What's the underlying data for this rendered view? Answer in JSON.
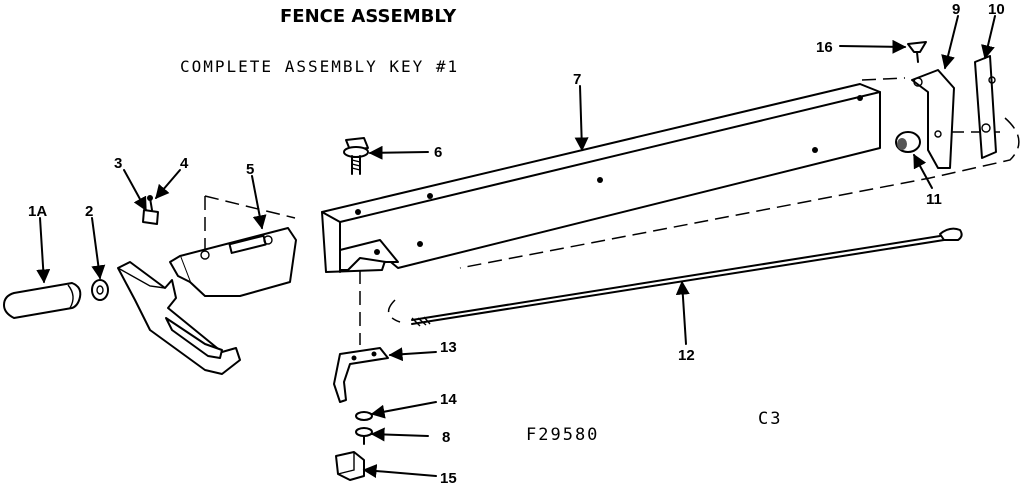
{
  "title": "FENCE ASSEMBLY",
  "subtitle": "COMPLETE ASSEMBLY KEY #1",
  "figure_code": "F29580",
  "page_code": "C3",
  "callouts": {
    "c1a": "1A",
    "c2": "2",
    "c3": "3",
    "c4": "4",
    "c5": "5",
    "c6": "6",
    "c7": "7",
    "c8": "8",
    "c9": "9",
    "c10": "10",
    "c11": "11",
    "c12": "12",
    "c13": "13",
    "c14": "14",
    "c15": "15",
    "c16": "16"
  }
}
